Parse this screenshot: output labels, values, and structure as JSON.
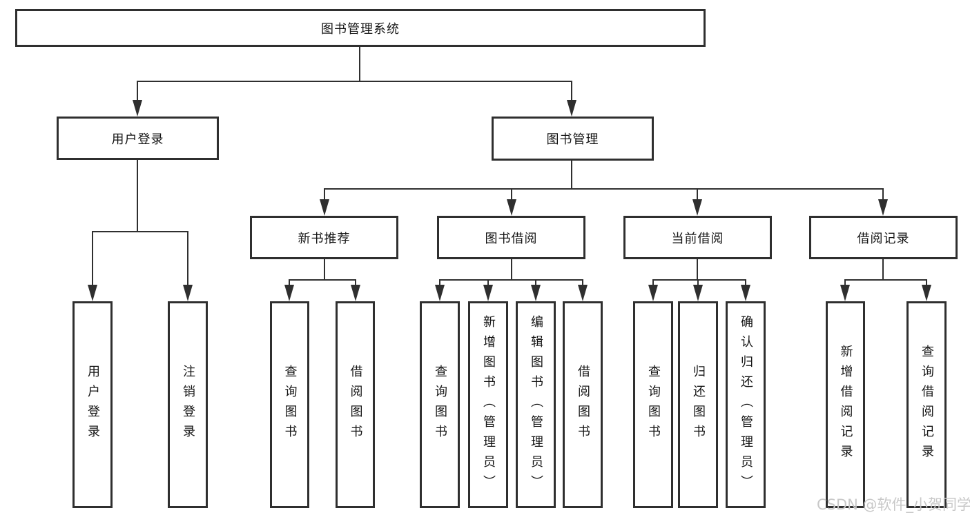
{
  "diagram": {
    "title": "图书管理系统",
    "root": {
      "label": "图书管理系统"
    },
    "branches": [
      {
        "label": "用户登录",
        "children": [
          {
            "label": "用户登录"
          },
          {
            "label": "注销登录"
          }
        ]
      },
      {
        "label": "图书管理",
        "children": [
          {
            "label": "新书推荐",
            "children": [
              {
                "label": "查询图书"
              },
              {
                "label": "借阅图书"
              }
            ]
          },
          {
            "label": "图书借阅",
            "children": [
              {
                "label": "查询图书"
              },
              {
                "label": "新增图书（管理员）"
              },
              {
                "label": "编辑图书（管理员）"
              },
              {
                "label": "借阅图书"
              }
            ]
          },
          {
            "label": "当前借阅",
            "children": [
              {
                "label": "查询图书"
              },
              {
                "label": "归还图书"
              },
              {
                "label": "确认归还（管理员）"
              }
            ]
          },
          {
            "label": "借阅记录",
            "children": [
              {
                "label": "新增借阅记录"
              },
              {
                "label": "查询借阅记录"
              }
            ]
          }
        ]
      }
    ],
    "watermark": "CSDN @软件_小贺同学",
    "colors": {
      "line": "#2f2f2f",
      "text": "#141414",
      "background": "#ffffff",
      "watermark": "#c8c8c8"
    }
  }
}
